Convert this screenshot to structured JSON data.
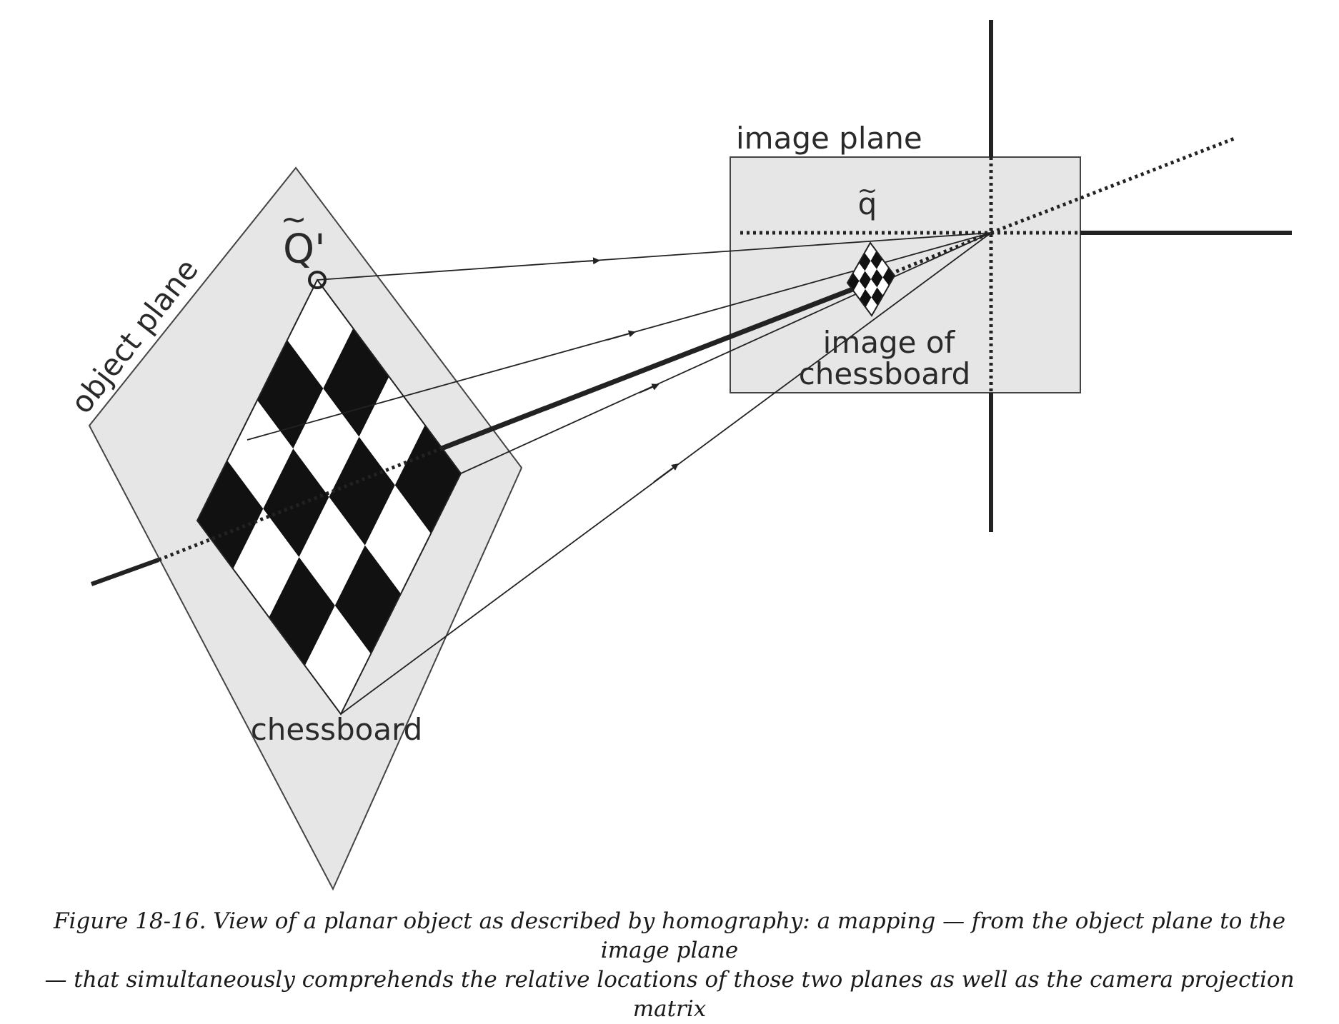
{
  "diagram": {
    "labels": {
      "object_plane": "object plane",
      "image_plane": "image plane",
      "q_tilde_prime": "Q'",
      "q_tilde": "q",
      "image_of_chessboard_1": "image of",
      "image_of_chessboard_2": "chessboard",
      "chessboard": "chessboard"
    },
    "tilde": "~",
    "colors": {
      "plane_fill": "#e6e6e6",
      "stroke": "#333333",
      "board_dark": "#111111",
      "board_light": "#ffffff"
    }
  },
  "caption": {
    "line1": "Figure 18-16. View of a planar object as described by homography: a mapping — from the object plane to the image plane",
    "line2": "— that simultaneously comprehends the relative locations of those two planes as well as the camera projection matrix"
  }
}
